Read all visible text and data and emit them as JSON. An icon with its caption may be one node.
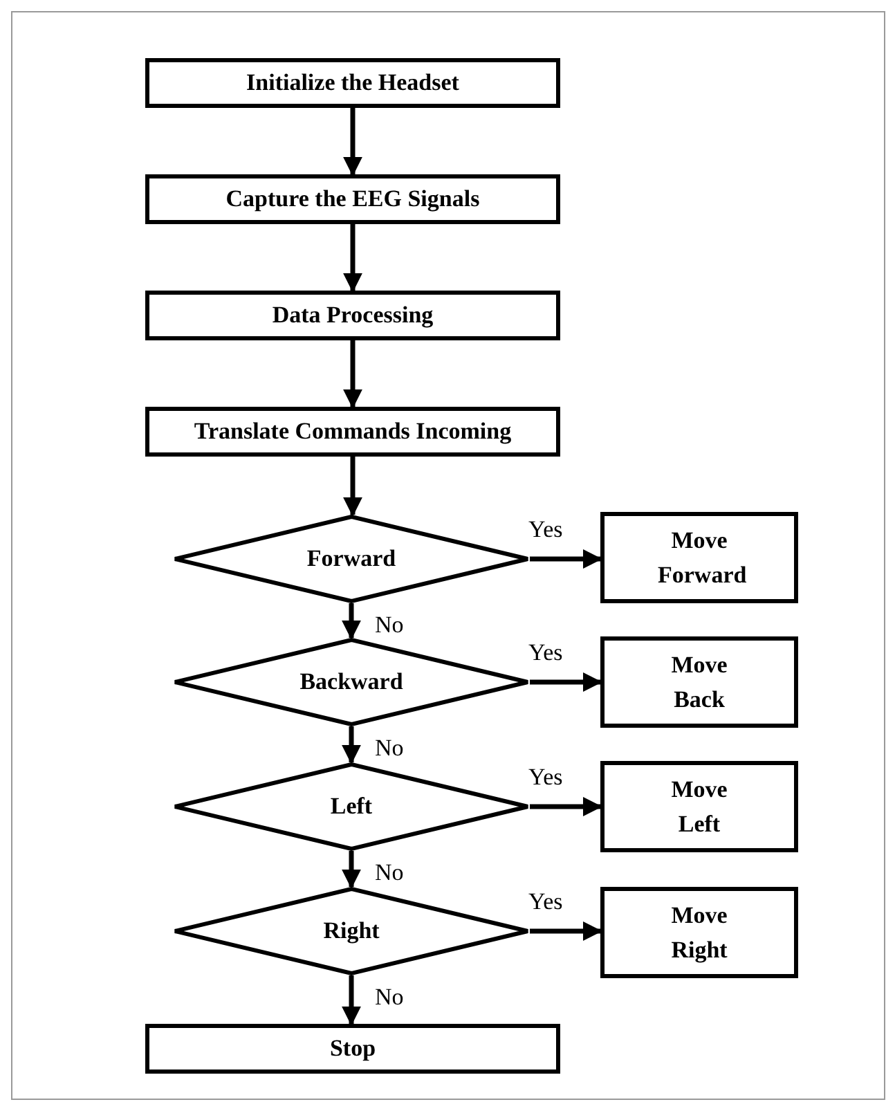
{
  "diagram": {
    "nodes": [
      {
        "text": [
          "Initialize the Headset"
        ]
      },
      {
        "text": [
          "Capture the EEG Signals"
        ]
      },
      {
        "text": [
          "Data Processing"
        ]
      },
      {
        "text": [
          "Translate Commands Incoming"
        ]
      },
      {
        "text": [
          "Forward"
        ]
      },
      {
        "text": [
          "Move Forward"
        ]
      },
      {
        "text": [
          "Backward"
        ]
      },
      {
        "text": [
          "Move Back"
        ]
      },
      {
        "text": [
          "Left"
        ]
      },
      {
        "text": [
          "Move Left"
        ]
      },
      {
        "text": [
          "Right"
        ]
      },
      {
        "text": [
          "Move Right"
        ]
      },
      {
        "text": [
          "Stop"
        ]
      }
    ],
    "edges": [
      {
        "from": 0,
        "to": 1,
        "arrow": "to"
      },
      {
        "from": 1,
        "to": 2,
        "arrow": "to"
      },
      {
        "from": 2,
        "to": 3,
        "arrow": "to"
      },
      {
        "from": 3,
        "to": 4,
        "arrow": "to"
      },
      {
        "from": 4,
        "to": 5,
        "arrow": "to",
        "label": "Yes"
      },
      {
        "from": 4,
        "to": 6,
        "arrow": "to",
        "label": "No"
      },
      {
        "from": 6,
        "to": 7,
        "arrow": "to",
        "label": "Yes"
      },
      {
        "from": 6,
        "to": 8,
        "arrow": "to",
        "label": "No"
      },
      {
        "from": 8,
        "to": 9,
        "arrow": "to",
        "label": "Yes"
      },
      {
        "from": 8,
        "to": 10,
        "arrow": "to",
        "label": "No"
      },
      {
        "from": 10,
        "to": 11,
        "arrow": "to",
        "label": "Yes"
      },
      {
        "from": 10,
        "to": 12,
        "arrow": "to",
        "label": "No"
      }
    ]
  }
}
